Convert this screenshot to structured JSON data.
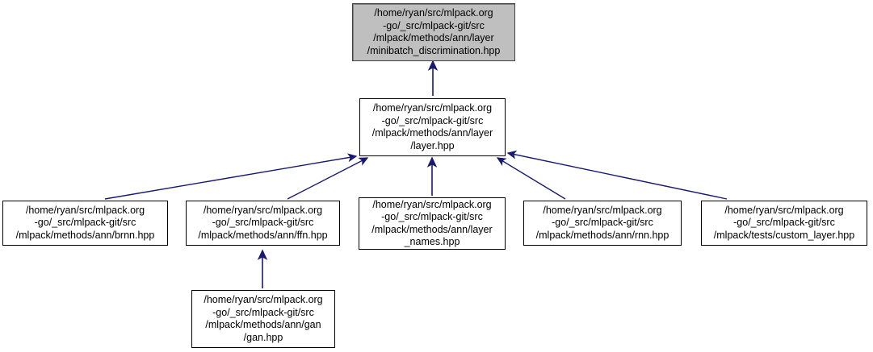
{
  "graph": {
    "type": "doxygen-include-dependency-graph",
    "colors": {
      "edge": "#191970",
      "node_border": "#000000",
      "node_fill": "#ffffff",
      "highlight_fill": "#bfbfbf",
      "highlight_border": "#404040",
      "background": "#ffffff",
      "text": "#000000"
    },
    "nodes": [
      {
        "id": "minibatch_discrimination",
        "lines": [
          "/home/ryan/src/mlpack.org",
          "-go/_src/mlpack-git/src",
          "/mlpack/methods/ann/layer",
          "/minibatch_discrimination.hpp"
        ],
        "highlighted": true
      },
      {
        "id": "layer",
        "lines": [
          "/home/ryan/src/mlpack.org",
          "-go/_src/mlpack-git/src",
          "/mlpack/methods/ann/layer",
          "/layer.hpp"
        ],
        "highlighted": false
      },
      {
        "id": "brnn",
        "lines": [
          "/home/ryan/src/mlpack.org",
          "-go/_src/mlpack-git/src",
          "/mlpack/methods/ann/brnn.hpp"
        ],
        "highlighted": false
      },
      {
        "id": "ffn",
        "lines": [
          "/home/ryan/src/mlpack.org",
          "-go/_src/mlpack-git/src",
          "/mlpack/methods/ann/ffn.hpp"
        ],
        "highlighted": false
      },
      {
        "id": "layer_names",
        "lines": [
          "/home/ryan/src/mlpack.org",
          "-go/_src/mlpack-git/src",
          "/mlpack/methods/ann/layer",
          "_names.hpp"
        ],
        "highlighted": false
      },
      {
        "id": "rnn",
        "lines": [
          "/home/ryan/src/mlpack.org",
          "-go/_src/mlpack-git/src",
          "/mlpack/methods/ann/rnn.hpp"
        ],
        "highlighted": false
      },
      {
        "id": "custom_layer",
        "lines": [
          "/home/ryan/src/mlpack.org",
          "-go/_src/mlpack-git/src",
          "/mlpack/tests/custom_layer.hpp"
        ],
        "highlighted": false
      },
      {
        "id": "gan",
        "lines": [
          "/home/ryan/src/mlpack.org",
          "-go/_src/mlpack-git/src",
          "/mlpack/methods/ann/gan",
          "/gan.hpp"
        ],
        "highlighted": false
      }
    ],
    "edges": [
      {
        "from": "layer",
        "to": "minibatch_discrimination"
      },
      {
        "from": "brnn",
        "to": "layer"
      },
      {
        "from": "ffn",
        "to": "layer"
      },
      {
        "from": "layer_names",
        "to": "layer"
      },
      {
        "from": "rnn",
        "to": "layer"
      },
      {
        "from": "custom_layer",
        "to": "layer"
      },
      {
        "from": "gan",
        "to": "ffn"
      }
    ]
  }
}
